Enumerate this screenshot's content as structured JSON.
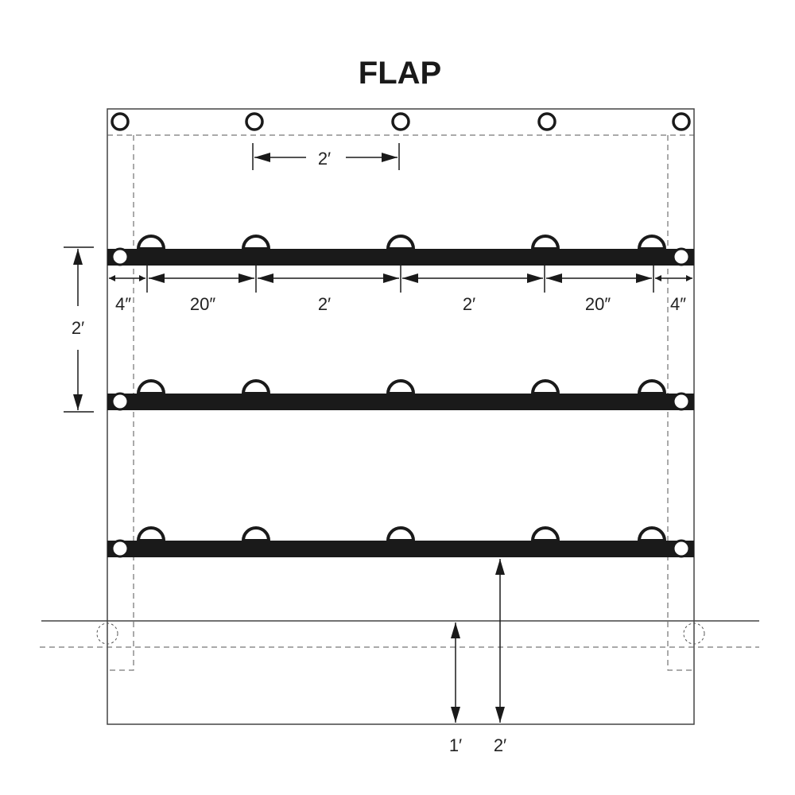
{
  "title": "FLAP",
  "colors": {
    "ink": "#1a1a1a",
    "line": "#444444"
  },
  "dimensions": {
    "top_grommet_spacing": "2′",
    "left_edge": "4″",
    "left_segment": "20″",
    "center_left": "2′",
    "center_right": "2′",
    "right_segment": "20″",
    "right_edge": "4″",
    "strap_spacing": "2′",
    "bottom_short": "1′",
    "bottom_long": "2′"
  }
}
